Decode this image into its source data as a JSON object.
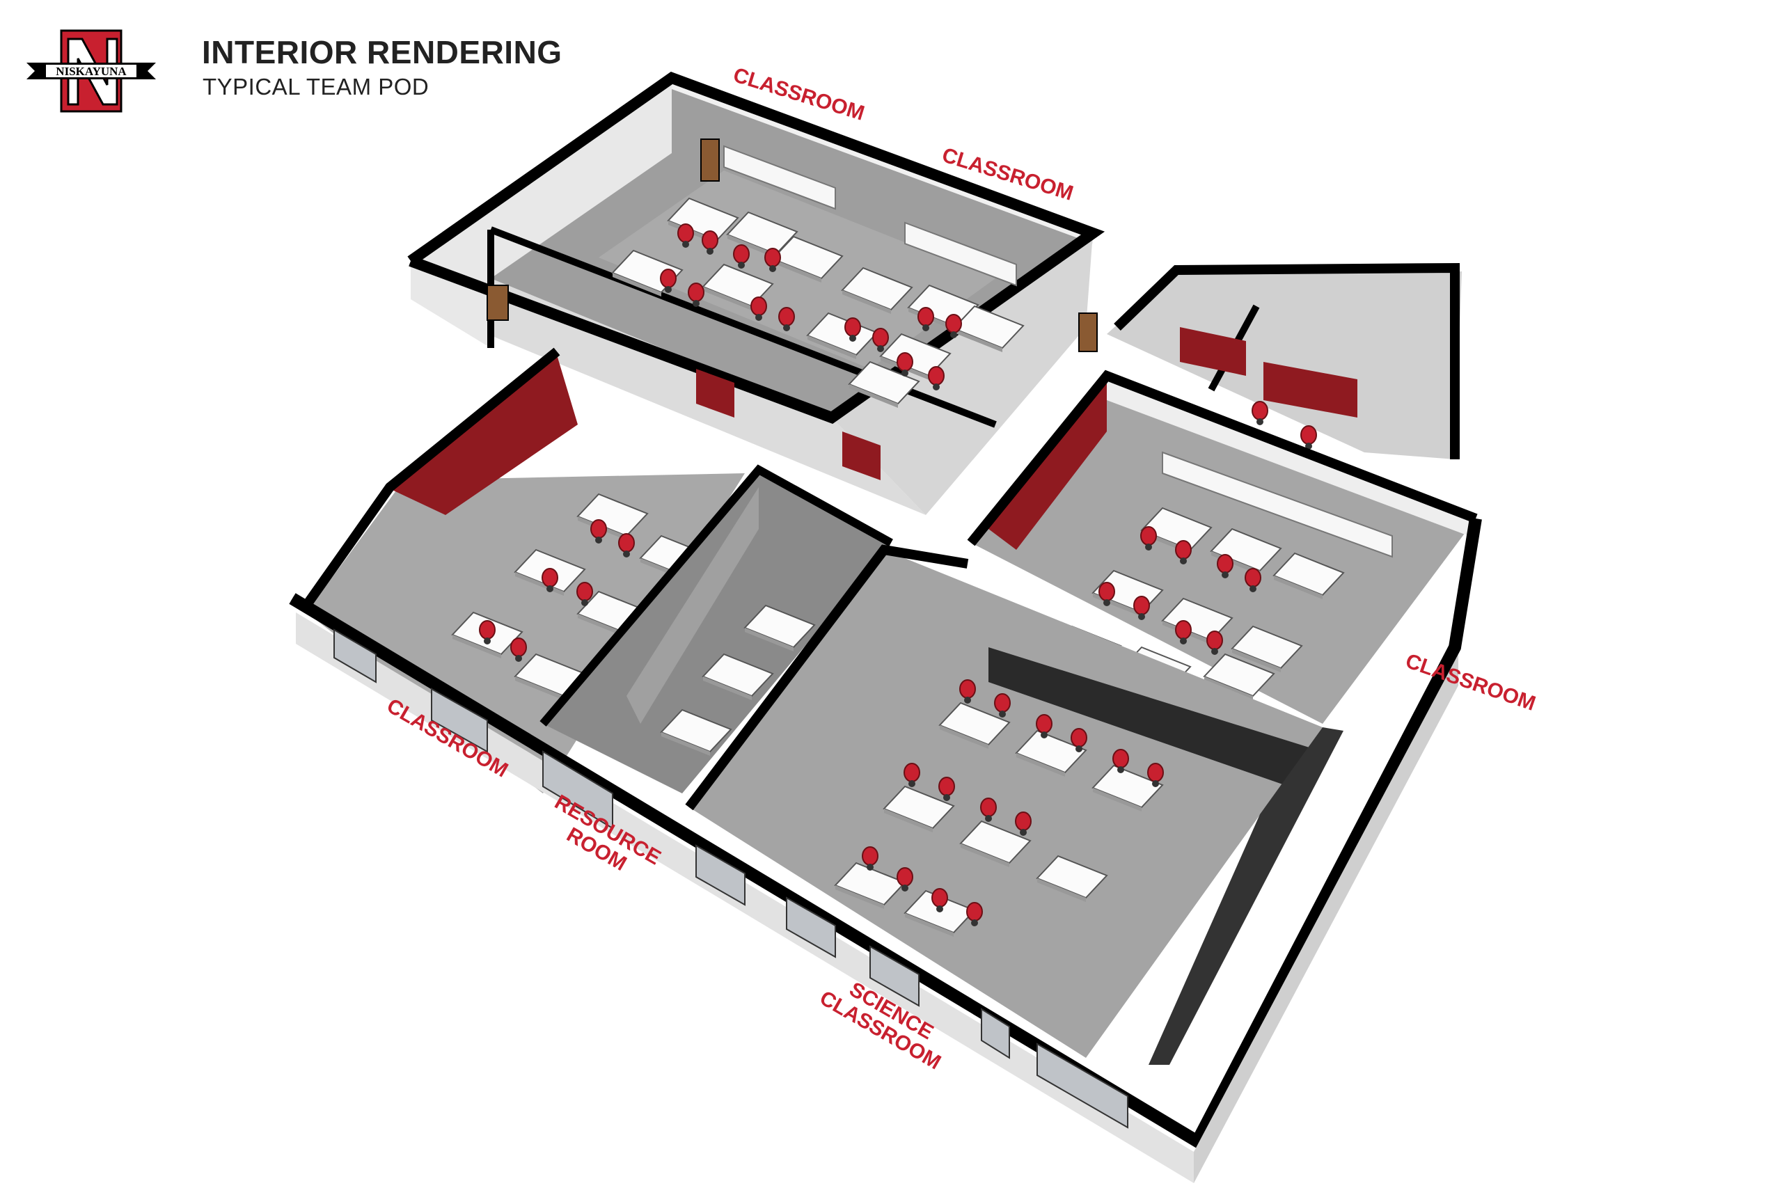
{
  "header": {
    "title": "INTERIOR RENDERING",
    "subtitle": "TYPICAL TEAM POD"
  },
  "logo": {
    "text": "NISKAYUNA",
    "letter": "N"
  },
  "room_labels": {
    "classroom_top_1": "CLASSROOM",
    "classroom_top_2": "CLASSROOM",
    "classroom_right": "CLASSROOM",
    "classroom_left": "CLASSROOM",
    "resource_room": "RESOURCE\nROOM",
    "science_classroom": "SCIENCE\nCLASSROOM"
  },
  "colors": {
    "brand_red": "#c8202f",
    "wall_red": "#8f1a20",
    "floor": "#a9a9a9",
    "wall_light": "#e6e6e6",
    "wall_dark": "#4a4a4a"
  }
}
